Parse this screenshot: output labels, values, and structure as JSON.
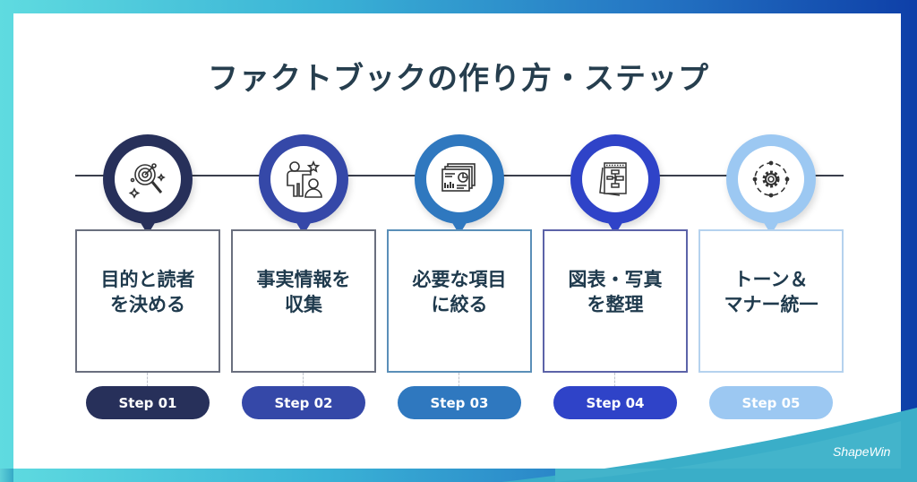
{
  "title": "ファクトブックの作り方・ステップ",
  "steps": [
    {
      "label_line1": "目的と読者",
      "label_line2": "を決める",
      "step": "Step 01",
      "color": "#27305a",
      "icon": "search-analytics-icon"
    },
    {
      "label_line1": "事実情報を",
      "label_line2": "収集",
      "step": "Step 02",
      "color": "#3548a8",
      "icon": "presenter-people-icon"
    },
    {
      "label_line1": "必要な項目",
      "label_line2": "に絞る",
      "step": "Step 03",
      "color": "#2f78bf",
      "icon": "report-dashboard-icon"
    },
    {
      "label_line1": "図表・写真",
      "label_line2": "を整理",
      "step": "Step 04",
      "color": "#2f43c8",
      "icon": "flowchart-document-icon"
    },
    {
      "label_line1": "トーン＆",
      "label_line2": "マナー統一",
      "step": "Step 05",
      "color": "#9cc8f2",
      "icon": "gear-cycle-icon"
    }
  ],
  "logo": "ShapeWin"
}
